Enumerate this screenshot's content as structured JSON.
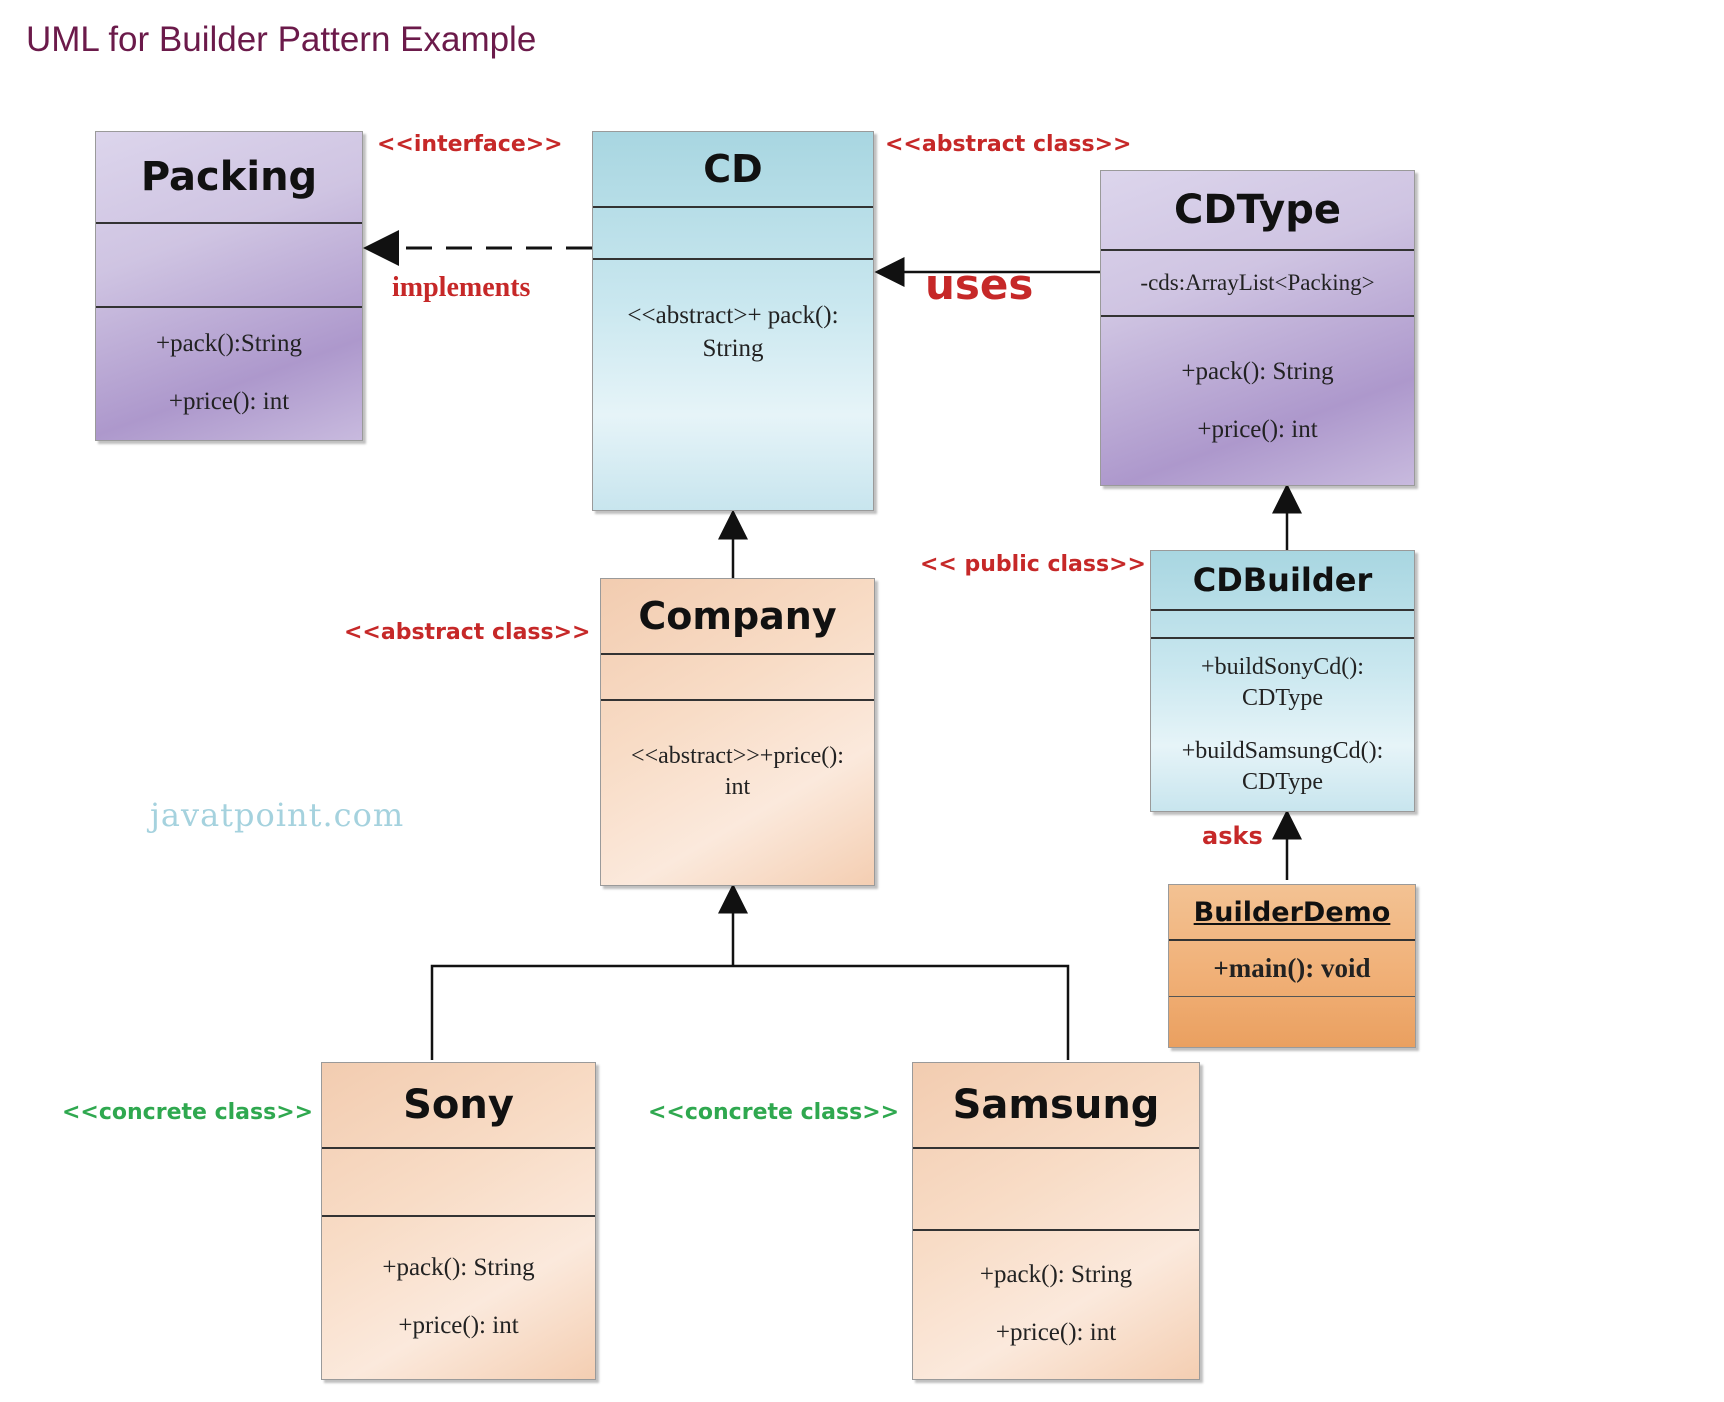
{
  "page": {
    "heading": "UML for Builder Pattern Example"
  },
  "watermark": "javatpoint.com",
  "classes": {
    "packing": {
      "stereotype": "<<interface>>",
      "name": "Packing",
      "attributes": "",
      "operations": [
        "+pack():String",
        "+price(): int"
      ]
    },
    "cd": {
      "stereotype": "<<abstract class>>",
      "name": "CD",
      "attributes": "",
      "operations": [
        "<<abstract>+ pack():",
        "String"
      ]
    },
    "cdtype": {
      "stereotype": "<< public class>>",
      "name": "CDType",
      "attributes": "-cds:ArrayList<Packing>",
      "operations": [
        "+pack(): String",
        "+price(): int"
      ]
    },
    "company": {
      "stereotype": "<<abstract class>>",
      "name": "Company",
      "attributes": "",
      "operations": [
        "<<abstract>>+price():",
        "int"
      ]
    },
    "cdbuilder": {
      "name": "CDBuilder",
      "attributes": "",
      "operations": [
        "+buildSonyCd():",
        "CDType",
        "+buildSamsungCd():",
        "CDType"
      ]
    },
    "builderdemo": {
      "name": "BuilderDemo",
      "operations": [
        "+main(): void"
      ]
    },
    "sony": {
      "stereotype": "<<concrete class>>",
      "name": "Sony",
      "attributes": "",
      "operations": [
        "+pack(): String",
        "+price(): int"
      ]
    },
    "samsung": {
      "stereotype": "<<concrete class>>",
      "name": "Samsung",
      "attributes": "",
      "operations": [
        "+pack(): String",
        "+price(): int"
      ]
    }
  },
  "relations": {
    "implements": "implements",
    "uses": "uses",
    "asks": "asks"
  }
}
